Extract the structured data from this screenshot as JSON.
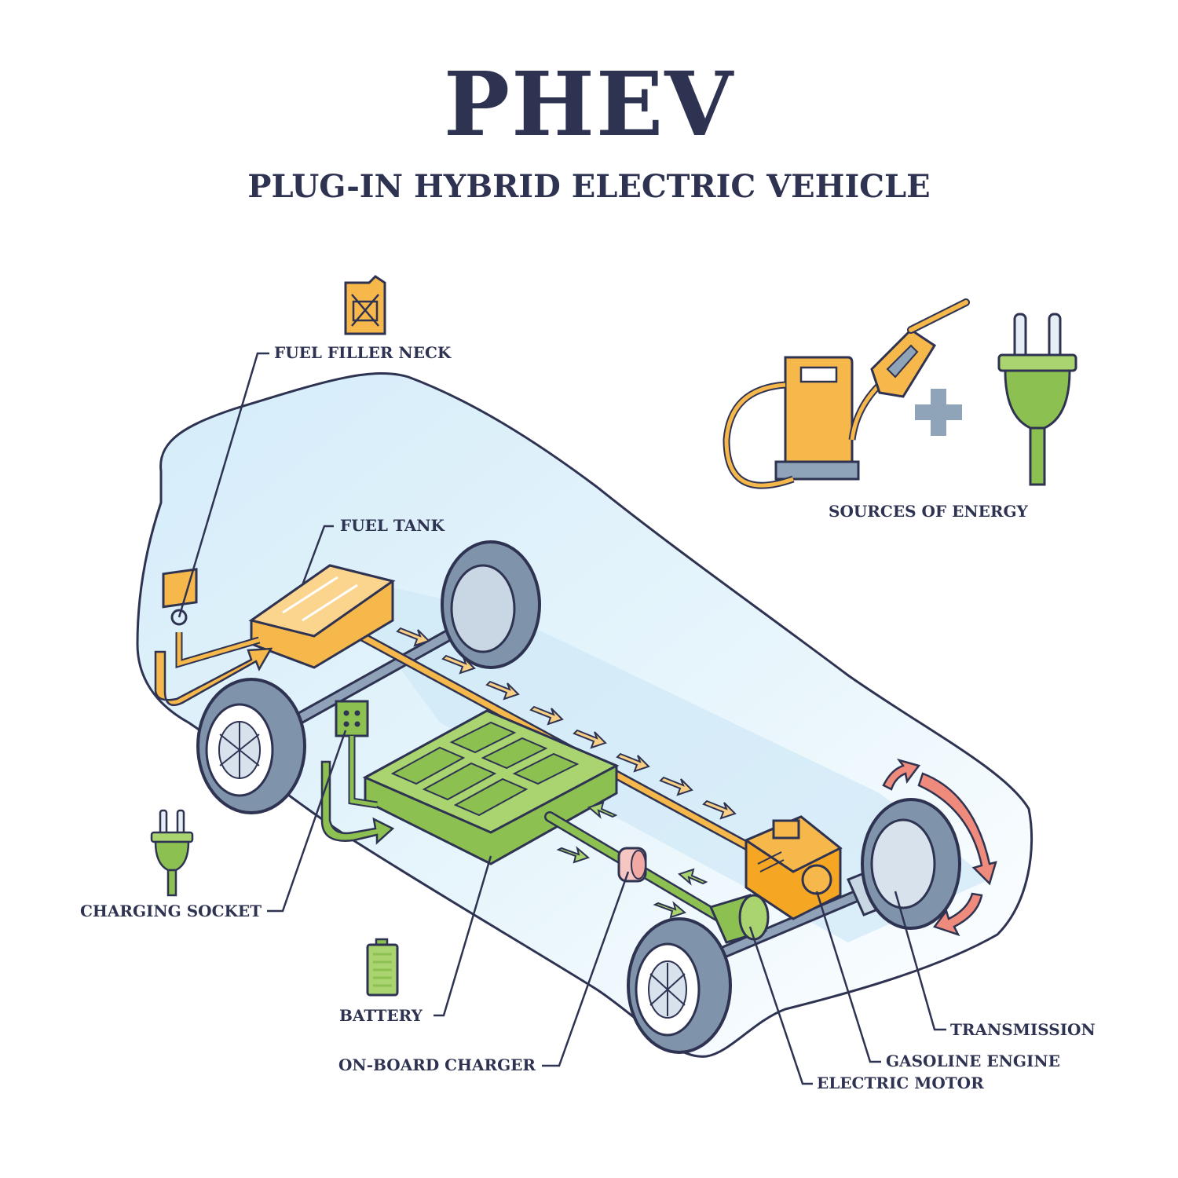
{
  "title": "PHEV",
  "subtitle": "PLUG-IN HYBRID ELECTRIC VEHICLE",
  "labels": {
    "fuel_filler_neck": "FUEL FILLER NECK",
    "fuel_tank": "FUEL TANK",
    "sources_of_energy": "SOURCES OF ENERGY",
    "charging_socket": "CHARGING SOCKET",
    "battery": "BATTERY",
    "on_board_charger": "ON-BOARD CHARGER",
    "transmission": "TRANSMISSION",
    "gasoline_engine": "GASOLINE ENGINE",
    "electric_motor": "ELECTRIC MOTOR"
  },
  "colors": {
    "outline": "#2f3352",
    "fuel": "#f7b84b",
    "battery": "#9ccc65",
    "car_body": "#d8effa",
    "tire": "#7f93ab",
    "rotation_arrow": "#ee8b7c",
    "plus": "#8fa4b9"
  },
  "icons": [
    "fuel-can-icon",
    "fuel-pump-icon",
    "plus-icon",
    "plug-icon",
    "battery-icon"
  ]
}
